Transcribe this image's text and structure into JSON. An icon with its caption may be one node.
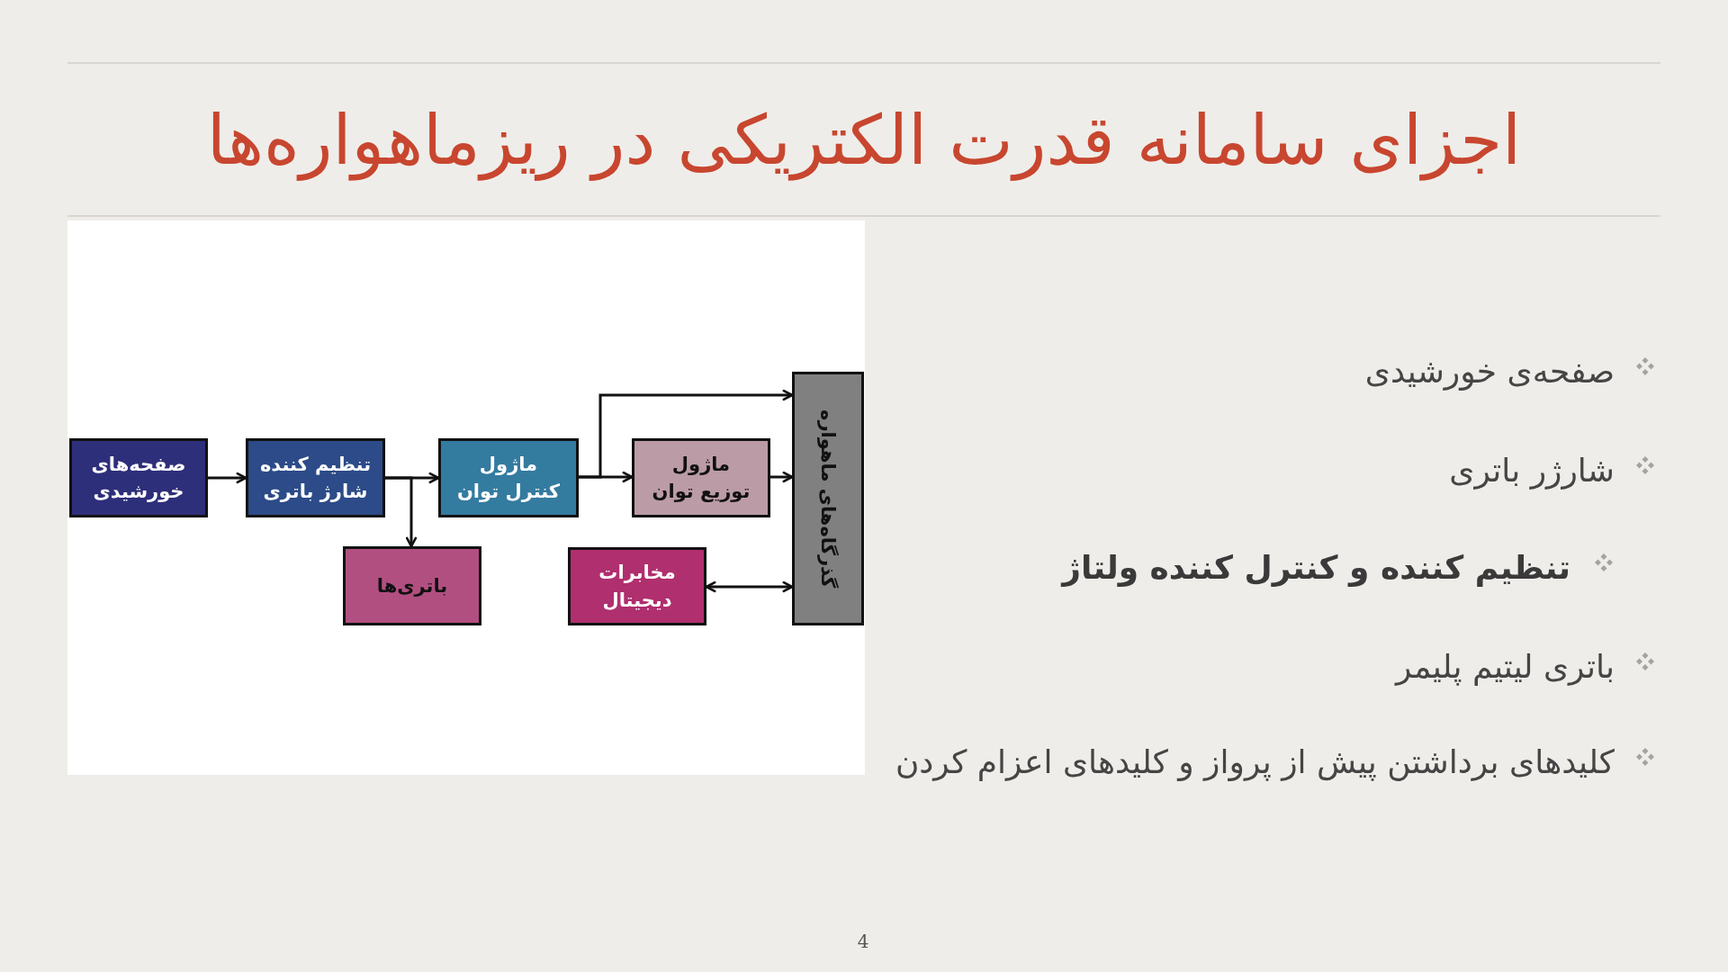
{
  "diagram": {
    "title": "اجزای سامانه قدرت الکتریکی در ریزماهواره‌ها",
    "nodes": [
      {
        "text": [
          "صفحه‌های خورشیدی"
        ]
      },
      {
        "text": [
          "تنظیم کننده شارژ باتری"
        ]
      },
      {
        "text": [
          "ماژول کنترل توان"
        ]
      },
      {
        "text": [
          "ماژول توزیع توان"
        ]
      },
      {
        "text": [
          "باتری‌ها"
        ]
      },
      {
        "text": [
          "مخابرات دیجیتال"
        ]
      },
      {
        "text": [
          "گذرگاه‌های ماهواره"
        ]
      }
    ],
    "edges": [
      {
        "from": 0,
        "to": 1,
        "arrow": "to"
      },
      {
        "from": 1,
        "to": 2,
        "arrow": "to"
      },
      {
        "from": 1,
        "to": 4,
        "arrow": "to"
      },
      {
        "from": 2,
        "to": 3,
        "arrow": "to"
      },
      {
        "from": 2,
        "to": 6,
        "arrow": "to"
      },
      {
        "from": 3,
        "to": 6,
        "arrow": "to"
      },
      {
        "from": 5,
        "to": 6,
        "arrow": "both"
      }
    ],
    "labels": [
      "صفحه‌ی خورشیدی",
      "شارژر باتری",
      "تنظیم کننده و کنترل کننده ولتاژ",
      "باتری لیتیم پلیمر",
      "کلیدهای برداشتن پیش از پرواز و کلیدهای اعزام کردن",
      "4"
    ]
  }
}
